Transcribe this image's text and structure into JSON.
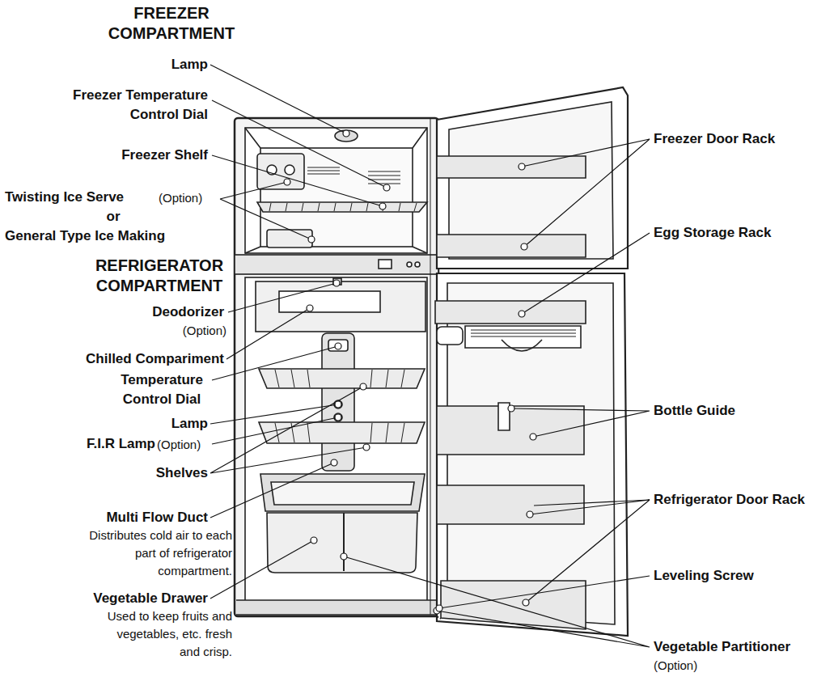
{
  "diagram": {
    "labels": [
      "FREEZER COMPARTMENT",
      "Lamp",
      "Freezer Temperature Control Dial",
      "Freezer Shelf",
      "Twisting Ice Serve",
      "(Option)",
      "or",
      "General Type Ice Making",
      "REFRIGERATOR COMPARTMENT",
      "Deodorizer",
      "(Option)",
      "Chilled Compariment",
      "Temperature Control Dial",
      "Lamp",
      "F.I.R Lamp",
      "(Option)",
      "Shelves",
      "Multi Flow Duct",
      "Distributes cold air to each part of refrigerator compartment.",
      "Vegetable Drawer",
      "Used to keep fruits and vegetables, etc. fresh and crisp.",
      "Freezer Door Rack",
      "Egg Storage Rack",
      "Bottle Guide",
      "Refrigerator Door Rack",
      "Leveling Screw",
      "Vegetable Partitioner",
      "(Option)"
    ]
  }
}
